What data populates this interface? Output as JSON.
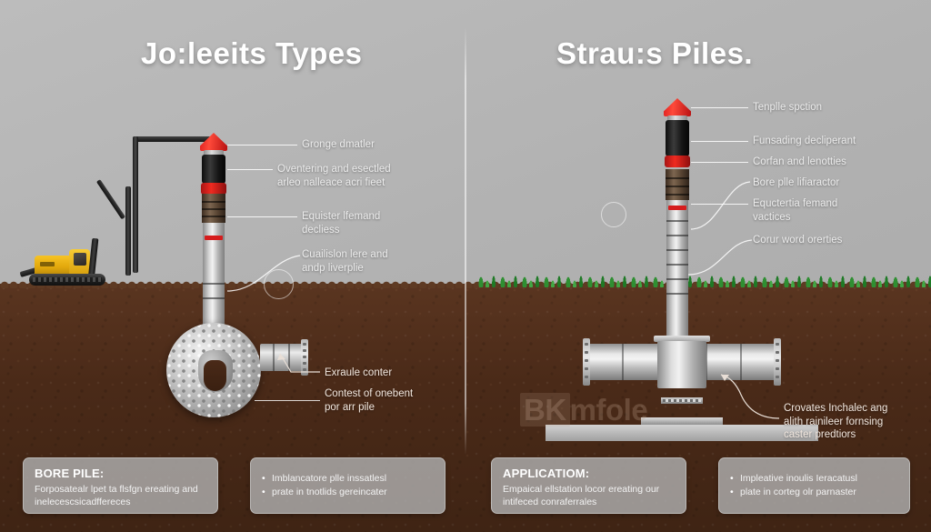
{
  "titles": {
    "left": "Jo:leeits Types",
    "right": "Strau:s Piles."
  },
  "watermark": {
    "mark": "BK",
    "name": "mfole"
  },
  "left_panel": {
    "annotations": [
      {
        "id": "annot-left-1",
        "text": "Gronge dmatler"
      },
      {
        "id": "annot-left-2",
        "text": "Oventering and esectled\narleo nalleace acri fieet"
      },
      {
        "id": "annot-left-3",
        "text": "Equister lfemand\ndecliess"
      },
      {
        "id": "annot-left-4",
        "text": "Cuailislon lere and\nandp liverplie"
      },
      {
        "id": "annot-left-5",
        "text": "Exraule conter"
      },
      {
        "id": "annot-left-6",
        "text": "Contest of onebent\npor arr pile"
      }
    ]
  },
  "right_panel": {
    "annotations": [
      {
        "id": "annot-right-1",
        "text": "Tenplle spction"
      },
      {
        "id": "annot-right-2",
        "text": "Funsading decliperant"
      },
      {
        "id": "annot-right-3",
        "text": "Corfan and lenotties"
      },
      {
        "id": "annot-right-4",
        "text": "Bore plle lifiaractor"
      },
      {
        "id": "annot-right-5",
        "text": "Equctertia femand\nvactices"
      },
      {
        "id": "annot-right-6",
        "text": "Corur word orerties"
      },
      {
        "id": "annot-right-7",
        "text": "Crovates Inchalec ang\nalith rainileer fornsing\ncaster predtiors"
      }
    ]
  },
  "captions": [
    {
      "id": "caption-bore-pile",
      "heading": "BORE PILE:",
      "body": "Forposatealr lpet ta flsfgn ereating and inelecescsicadffereces"
    },
    {
      "id": "caption-bore-pile-list",
      "heading": "",
      "items": [
        "Imblancatore plle inssatlesl",
        "prate in tnotlids gereincater"
      ]
    },
    {
      "id": "caption-application",
      "heading": "APPLICATIOM:",
      "body": "Empaical ellstation locor ereating our intifeced conraferrales"
    },
    {
      "id": "caption-application-list",
      "heading": "",
      "items": [
        "Impleative inoulis Ieracatusl",
        "plate in corteg olr parnaster"
      ]
    }
  ],
  "colors": {
    "sky": "#b4b4b4",
    "soil": "#4a2a18",
    "grass": "#2f8f32",
    "accent_red": "#e02020",
    "machine_yellow": "#f7c325",
    "steel": "#d9d9d9"
  }
}
